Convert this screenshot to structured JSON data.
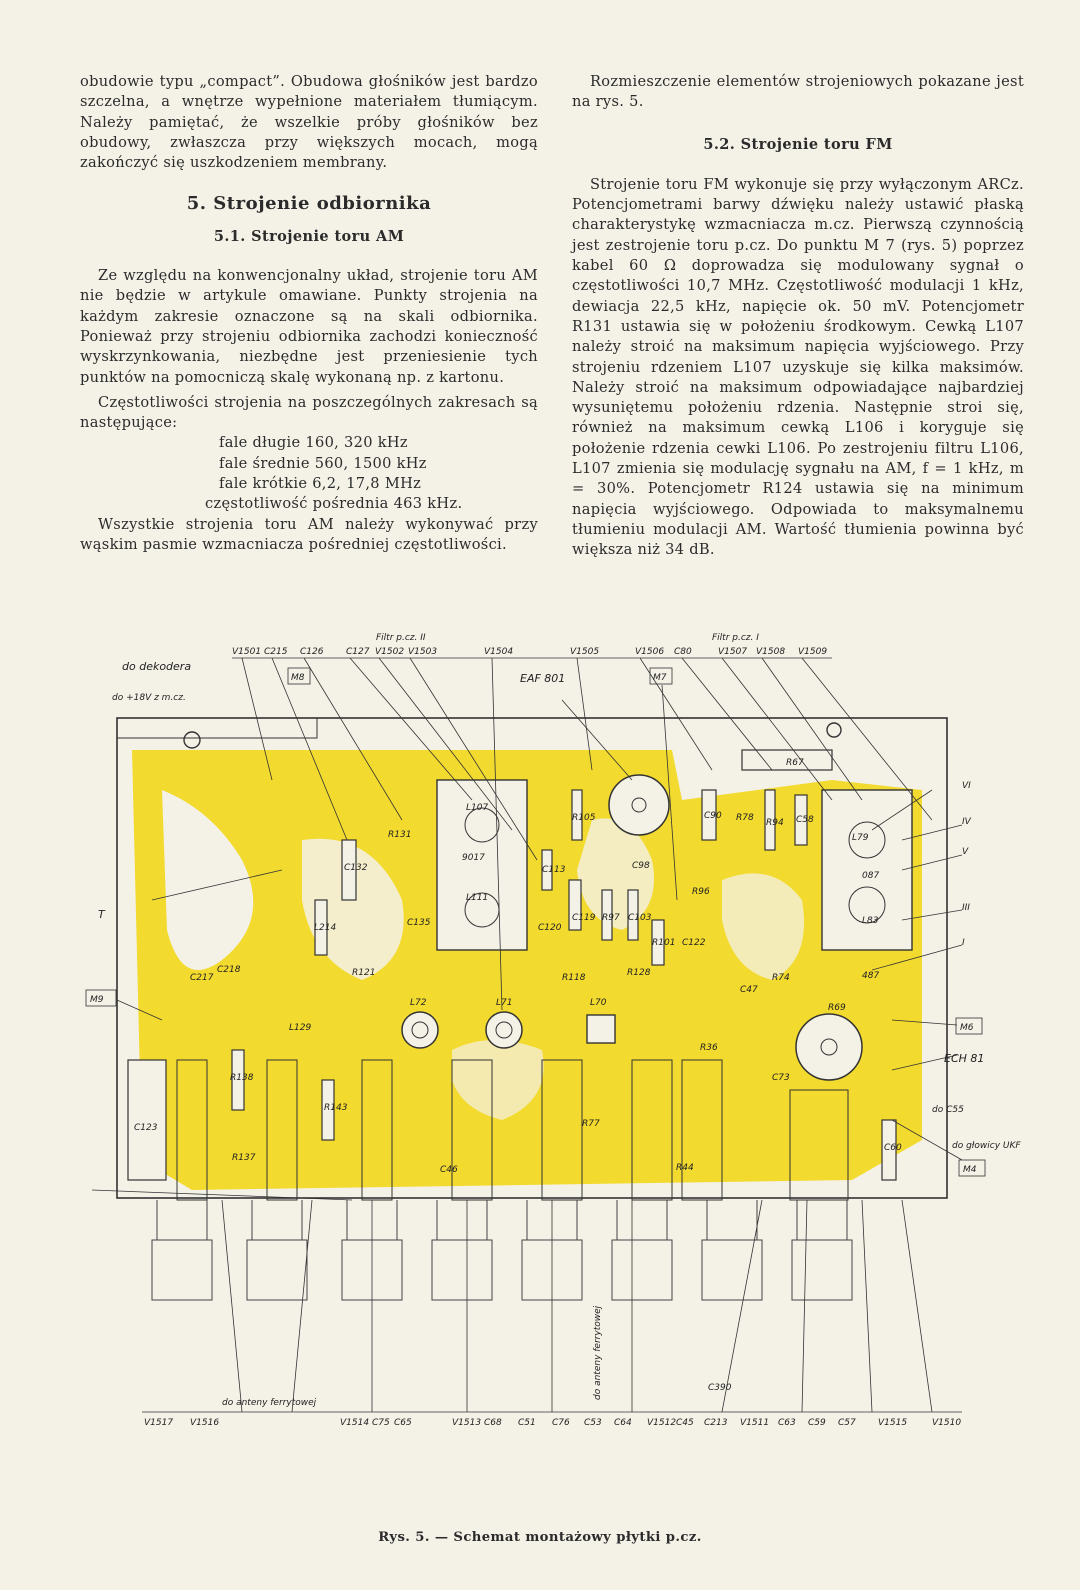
{
  "left_column": {
    "intro": "obudowie typu „compact”. Obudowa głośników jest bardzo szczelna, a wnętrze wypełnione materiałem tłumiącym. Należy pamiętać, że wszelkie próby głośników bez obudowy, zwłaszcza przy większych mocach, mogą zakończyć się uszkodzeniem membrany.",
    "section_title": "5. Strojenie odbiornika",
    "subsection_title": "5.1. Strojenie toru AM",
    "p1": "Ze względu na konwencjonalny układ, strojenie toru AM nie będzie w artykule omawiane. Punkty strojenia na każdym zakresie oznaczone są na skali odbiornika. Ponieważ przy strojeniu odbiornika zachodzi konieczność wyskrzynkowania, niezbędne jest przeniesienie tych punktów na pomocniczą skalę wykonaną np. z kartonu.",
    "p2": "Częstotliwości strojenia na poszczególnych zakresach są następujące:",
    "freq_long": "fale długie 160, 320 kHz",
    "freq_medium": "fale średnie 560, 1500 kHz",
    "freq_short": "fale krótkie 6,2, 17,8 MHz",
    "freq_if": "częstotliwość pośrednia 463 kHz.",
    "p3": "Wszystkie strojenia toru AM należy wykonywać przy wąskim pasmie wzmacniacza pośredniej częstotliwości."
  },
  "right_column": {
    "intro": "Rozmieszczenie elementów strojeniowych pokazane jest na rys. 5.",
    "subsection_title": "5.2. Strojenie toru FM",
    "p1": "Strojenie toru FM wykonuje się przy wyłączonym ARCz. Potencjometrami barwy dźwięku należy ustawić płaską charakterystykę wzmacniacza m.cz. Pierwszą czynnością jest zestrojenie toru p.cz. Do punktu M 7 (rys. 5) poprzez kabel 60 Ω doprowadza się modulowany sygnał o częstotliwości 10,7 MHz. Częstotliwość modulacji 1 kHz, dewiacja 22,5 kHz, napięcie ok. 50 mV. Potencjometr R131 ustawia się w położeniu środkowym. Cewką L107 należy stroić na maksimum napięcia wyjściowego. Przy strojeniu rdzeniem L107 uzyskuje się kilka maksimów. Należy stroić na maksimum odpowiadające najbardziej wysuniętemu położeniu rdzenia. Następnie stroi się, również na maksimum cewką L106 i koryguje się położenie rdzenia cewki L106. Po zestrojeniu filtru L106, L107 zmienia się modulację sygnału na AM, f = 1 kHz, m = 30%. Potencjometr R124 ustawia się na minimum napięcia wyjściowego. Odpowiada to maksymalnemu tłumieniu modulacji AM. Wartość tłumienia powinna być większa niż 34 dB."
  },
  "figure": {
    "top_labels": [
      "V1501",
      "C215",
      "C126",
      "C127",
      "V1502",
      "V1503",
      "V1504",
      "V1505",
      "V1506",
      "C80",
      "V1507",
      "V1508",
      "V1509"
    ],
    "filter_label_1": "Filtr p.cz. II",
    "filter_label_2": "Filtr p.cz. I",
    "side_labels": [
      "do dekodera",
      "do +18V z m.cz.",
      "T",
      "M9",
      "M8",
      "M7",
      "EAF 801",
      "M6",
      "ECH 81",
      "M4",
      "do C55",
      "do głowicy UKF",
      "VI",
      "IV",
      "V",
      "III",
      "I"
    ],
    "bottom_labels": [
      "V1517",
      "V1516",
      "do anteny ferrytowej",
      "V1514",
      "C75",
      "C65",
      "V1513",
      "C68",
      "C51",
      "C76",
      "C53",
      "C64",
      "V1512",
      "C45",
      "C213",
      "V1511",
      "C63",
      "C59",
      "C57",
      "V1515",
      "V1510"
    ],
    "vertical_label": "do anteny ferrytowej",
    "c390": "C390",
    "components": [
      "R131",
      "L107",
      "9017",
      "L111",
      "C132",
      "L214",
      "C135",
      "C217",
      "C218",
      "L129",
      "R121",
      "L72",
      "L71",
      "L70",
      "R105",
      "C113",
      "C120",
      "C119",
      "R97",
      "C103",
      "R101",
      "C122",
      "R118",
      "R128",
      "C98",
      "R96",
      "C90",
      "R78",
      "R94",
      "C58",
      "R67",
      "L79",
      "087",
      "L83",
      "487",
      "R69",
      "C47",
      "R74",
      "R36",
      "C73",
      "C123",
      "R138",
      "R137",
      "R143",
      "C46",
      "R77",
      "R44",
      "C60"
    ]
  },
  "caption": "Rys. 5. — Schemat montażowy płytki p.cz."
}
